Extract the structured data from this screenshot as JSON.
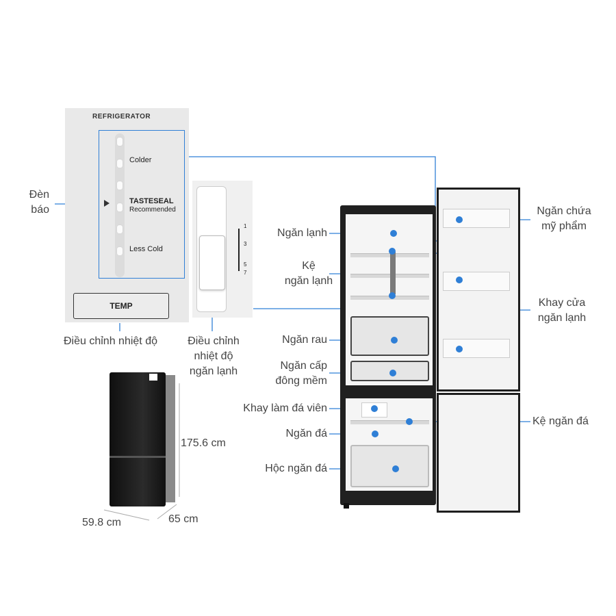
{
  "panel": {
    "title": "REFRIGERATOR",
    "colder": "Colder",
    "tasteseal_a": "TASTESEAL",
    "tasteseal_b": "Recommended",
    "less_cold": "Less Cold",
    "temp": "TEMP"
  },
  "slider": {
    "ticks": [
      "1",
      "3",
      "5",
      "7"
    ]
  },
  "labels": {
    "den_bao": "Đèn\nbáo",
    "dieu_chinh_nhiet_do": "Điều chỉnh nhiệt độ",
    "dieu_chinh_ngan_lanh": "Điều chỉnh\nnhiệt độ\nngăn lạnh",
    "ngan_lanh": "Ngăn lạnh",
    "ke_ngan_lanh": "Kệ\nngăn lạnh",
    "ngan_rau": "Ngăn rau",
    "ngan_cap_dong_mem": "Ngăn cấp\nđông mềm",
    "khay_lam_da_vien": "Khay làm đá viên",
    "ngan_da": "Ngăn đá",
    "hoc_ngan_da": "Hộc ngăn đá",
    "ngan_chua_my_pham": "Ngăn chứa\nmỹ phẩm",
    "khay_cua_ngan_lanh": "Khay cửa\nngăn lạnh",
    "ke_ngan_da": "Kệ ngăn đá"
  },
  "dimensions": {
    "height": "175.6 cm",
    "width": "59.8 cm",
    "depth": "65 cm"
  },
  "colors": {
    "accent": "#2f7fd6",
    "fridge": "#202020"
  }
}
